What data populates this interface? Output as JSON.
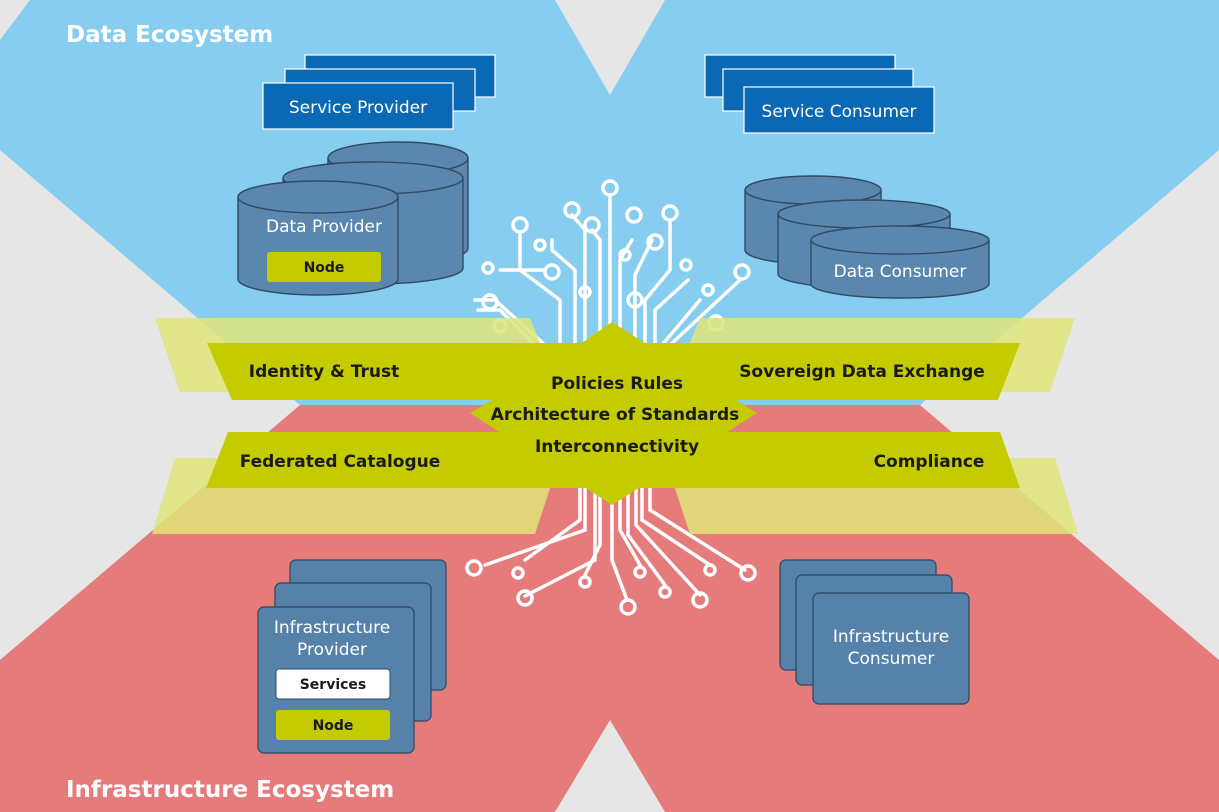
{
  "titles": {
    "data_ecosystem": "Data Ecosystem",
    "infrastructure_ecosystem": "Infrastructure Ecosystem"
  },
  "data_ecosystem": {
    "service_provider": "Service Provider",
    "service_consumer": "Service Consumer",
    "data_provider": "Data Provider",
    "data_provider_node": "Node",
    "data_consumer": "Data Consumer"
  },
  "federation_services": {
    "identity_trust": "Identity & Trust",
    "sovereign_data_exchange": "Sovereign Data Exchange",
    "federated_catalogue": "Federated Catalogue",
    "compliance": "Compliance",
    "policies_rules": "Policies Rules",
    "architecture_of_standards": "Architecture of Standards",
    "interconnectivity": "Interconnectivity"
  },
  "infrastructure_ecosystem": {
    "infrastructure_provider_line1": "Infrastructure",
    "infrastructure_provider_line2": "Provider",
    "services": "Services",
    "node": "Node",
    "infrastructure_consumer_line1": "Infrastructure",
    "infrastructure_consumer_line2": "Consumer"
  },
  "colors": {
    "background": "#e6e6e6",
    "data_ecosystem": "#86cdef",
    "infrastructure_ecosystem": "#e67b7b",
    "federation": "#c4cc00",
    "box_blue": "#0a68b5",
    "box_slate": "#5682aa"
  }
}
